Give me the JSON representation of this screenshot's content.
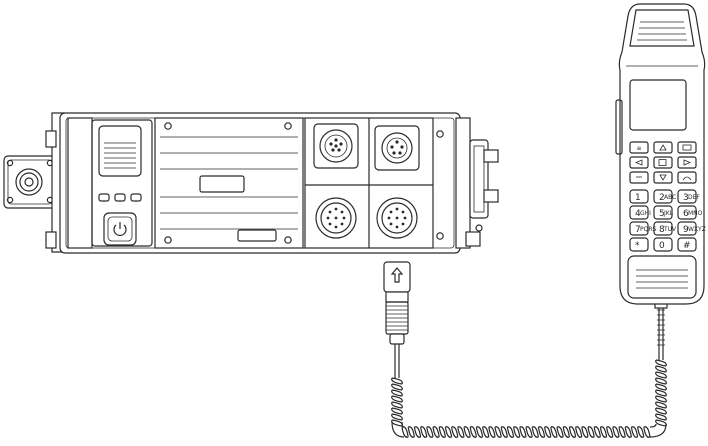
{
  "radio_unit": {
    "status_leds": 3,
    "power_icon": "power-icon"
  },
  "handset": {
    "keypad": [
      {
        "num": "1",
        "sub": ""
      },
      {
        "num": "2",
        "sub": "ABC"
      },
      {
        "num": "3",
        "sub": "DEF"
      },
      {
        "num": "4",
        "sub": "GHI"
      },
      {
        "num": "5",
        "sub": "JKL"
      },
      {
        "num": "6",
        "sub": "MNO"
      },
      {
        "num": "7",
        "sub": "PQRS"
      },
      {
        "num": "8",
        "sub": "TUV"
      },
      {
        "num": "9",
        "sub": "WXYZ"
      },
      {
        "num": "*",
        "sub": ""
      },
      {
        "num": "0",
        "sub": ""
      },
      {
        "num": "#",
        "sub": ""
      }
    ]
  }
}
